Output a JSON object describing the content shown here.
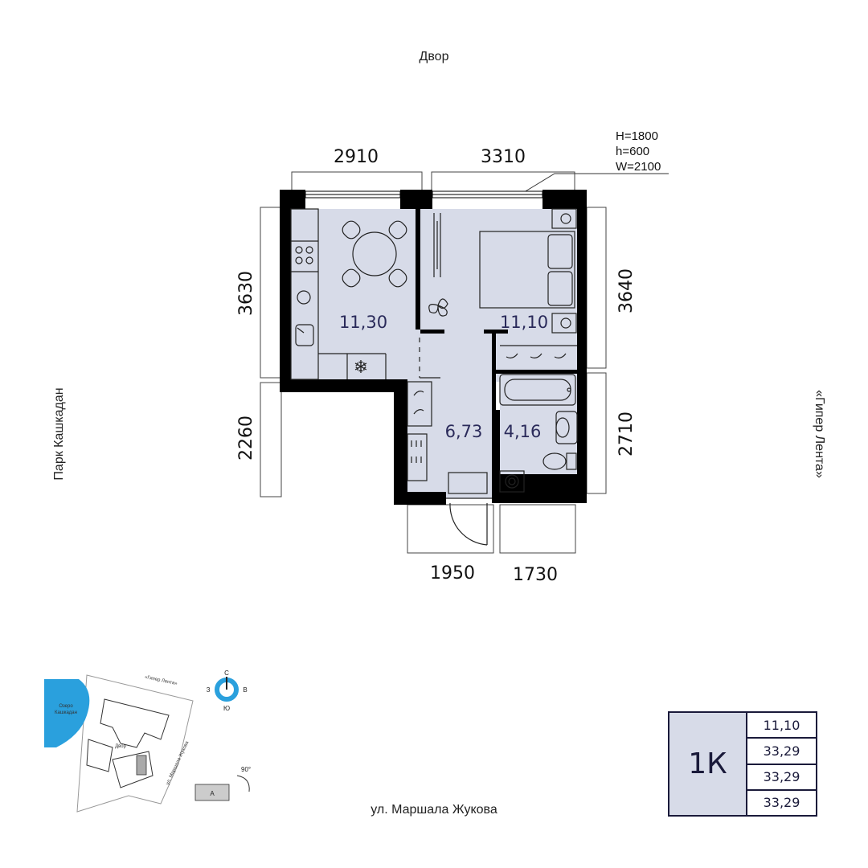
{
  "orientation": {
    "top": "Двор",
    "left": "Парк Кашкадан",
    "right": "«Гипер Лента»",
    "bottom": "ул. Маршала Жукова"
  },
  "window_spec": [
    "H=1800",
    "h=600",
    "W=2100"
  ],
  "dimensions": {
    "top_left": "2910",
    "top_right": "3310",
    "left_upper": "3630",
    "left_lower": "2260",
    "right_upper": "3640",
    "right_lower": "2710",
    "bottom_left": "1950",
    "bottom_right": "1730"
  },
  "rooms": {
    "kitchen": "11,30",
    "bedroom": "11,10",
    "hall": "6,73",
    "bathroom": "4,16"
  },
  "site_plan": {
    "lake": [
      "Озеро",
      "Кашкадан"
    ],
    "top_label": "«Гипер Лента»",
    "yard": "Двор",
    "street": "ул. Маршала Жукова",
    "rotation": "90°",
    "section": "А",
    "compass": {
      "n": "С",
      "s": "Ю",
      "w": "З",
      "e": "В"
    }
  },
  "summary": {
    "type": "1К",
    "values": [
      "11,10",
      "33,29",
      "33,29",
      "33,29"
    ]
  },
  "colors": {
    "wall": "#000000",
    "room_fill": "#d7dbe8",
    "compass": "#2aa0dd",
    "lake": "#2aa0dd"
  }
}
